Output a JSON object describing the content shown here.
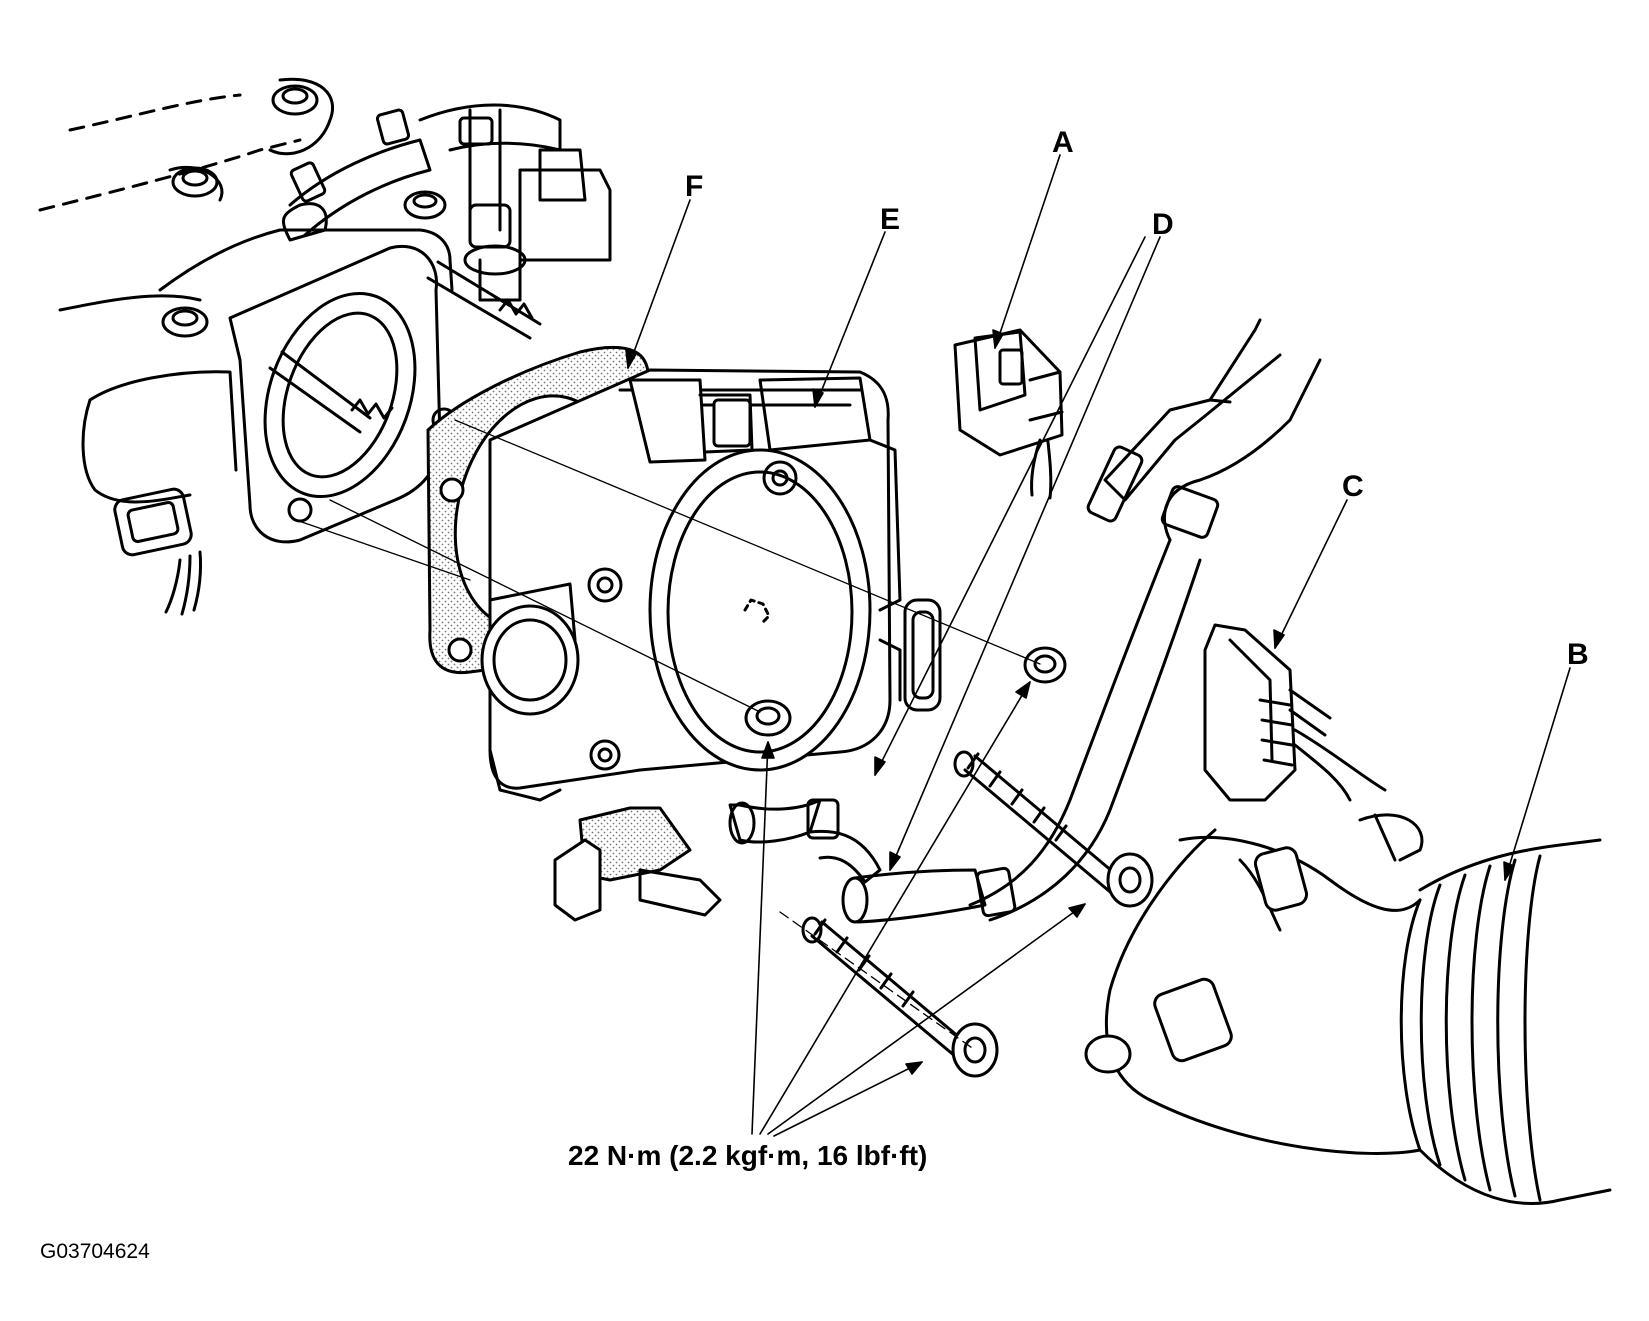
{
  "callouts": {
    "a": "A",
    "b": "B",
    "c": "C",
    "d": "D",
    "e": "E",
    "f": "F"
  },
  "torque_spec": "22 N·m (2.2 kgf·m, 16 lbf·ft)",
  "figure_id": "G03704624",
  "colors": {
    "line": "#000000",
    "background": "#ffffff",
    "gasket_fill": "#d9d9d9"
  }
}
